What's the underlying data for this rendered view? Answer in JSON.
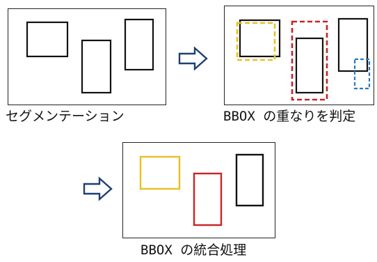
{
  "panels": {
    "segmentation": {
      "caption": "セグメンテーション"
    },
    "overlap": {
      "caption": "BBOX の重なりを判定"
    },
    "merge": {
      "caption": "BBOX の統合処理"
    }
  },
  "colors": {
    "frame": "#222222",
    "box": "#111111",
    "yellow": "#e8c020",
    "red": "#cc2222",
    "blue": "#2b78c2",
    "arrow": "#1f3f73"
  },
  "icons": {
    "flow_arrow": "right-arrow-icon"
  }
}
